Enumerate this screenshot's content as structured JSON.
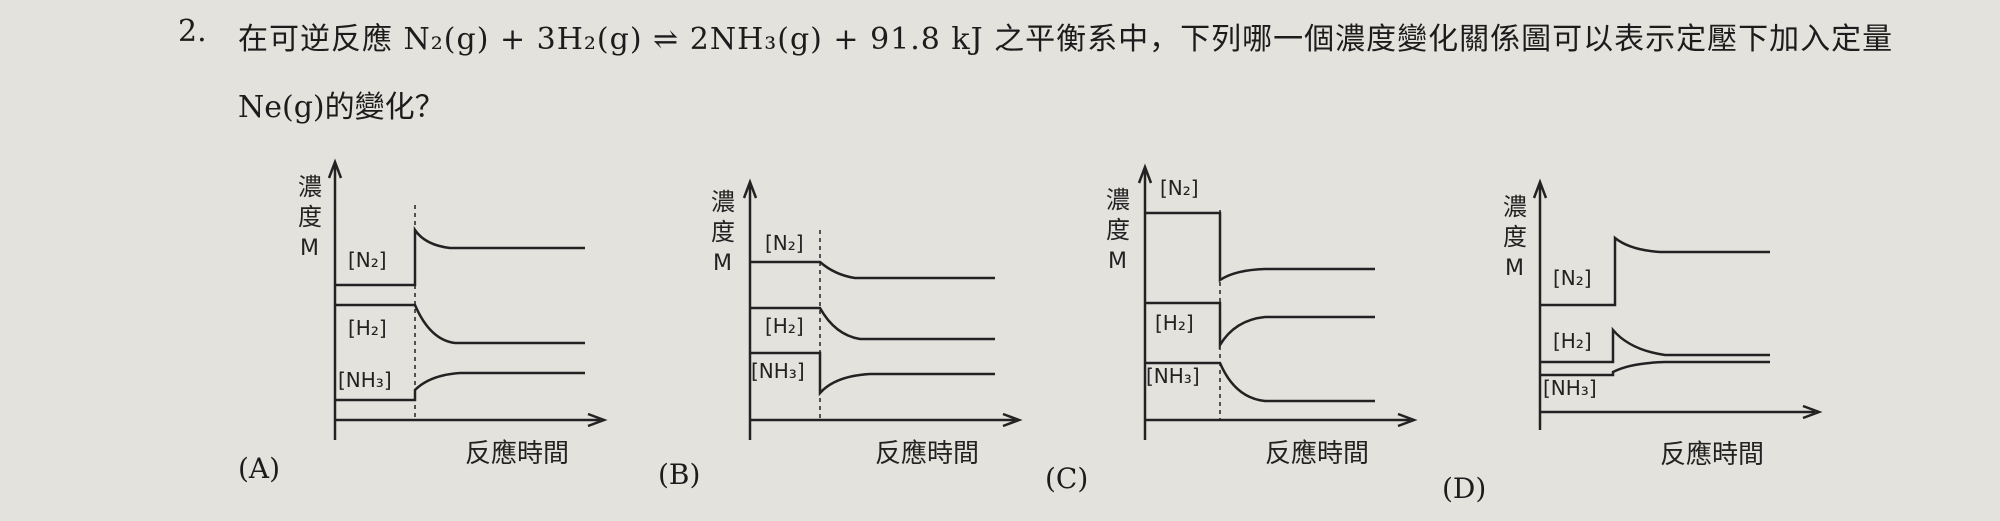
{
  "question": {
    "number": "2.",
    "line1": "在可逆反應 N₂(g) + 3H₂(g) ⇌ 2NH₃(g) + 91.8 kJ 之平衡系中，下列哪一個濃度變化關係圖可以表示定壓下加入定量",
    "line2": "Ne(g)的變化？"
  },
  "chart_data": [
    {
      "option": "(A)",
      "type": "line",
      "ylabel_lines": [
        "濃",
        "度",
        "M"
      ],
      "xlabel": "反應時間",
      "series": [
        {
          "name": "[N₂]",
          "levels": [
            "initial",
            "rises",
            "stays higher"
          ]
        },
        {
          "name": "[H₂]",
          "levels": [
            "initial",
            "drops",
            "lower"
          ]
        },
        {
          "name": "[NH₃]",
          "levels": [
            "initial",
            "rises",
            "higher"
          ]
        }
      ]
    },
    {
      "option": "(B)",
      "type": "line",
      "ylabel_lines": [
        "濃",
        "度",
        "M"
      ],
      "xlabel": "反應時間",
      "series": [
        {
          "name": "[N₂]",
          "levels": [
            "initial",
            "decreases",
            "lower"
          ]
        },
        {
          "name": "[H₂]",
          "levels": [
            "initial",
            "decreases",
            "lower"
          ]
        },
        {
          "name": "[NH₃]",
          "levels": [
            "initial",
            "drops",
            "recovers partially"
          ]
        }
      ]
    },
    {
      "option": "(C)",
      "type": "line",
      "ylabel_lines": [
        "濃",
        "度",
        "M"
      ],
      "xlabel": "反應時間",
      "series": [
        {
          "name": "[N₂]",
          "levels": [
            "initial",
            "drops sharply",
            "partial increase"
          ]
        },
        {
          "name": "[H₂]",
          "levels": [
            "initial",
            "drops sharply",
            "partial increase"
          ]
        },
        {
          "name": "[NH₃]",
          "levels": [
            "initial",
            "decreases",
            "lower"
          ]
        }
      ]
    },
    {
      "option": "(D)",
      "type": "line",
      "ylabel_lines": [
        "濃",
        "度",
        "M"
      ],
      "xlabel": "反應時間",
      "series": [
        {
          "name": "[N₂]",
          "levels": [
            "initial",
            "jumps up",
            "higher"
          ]
        },
        {
          "name": "[H₂]",
          "levels": [
            "initial",
            "spike",
            "settles"
          ]
        },
        {
          "name": "[NH₃]",
          "levels": [
            "initial",
            "rises",
            "higher"
          ]
        }
      ]
    }
  ]
}
